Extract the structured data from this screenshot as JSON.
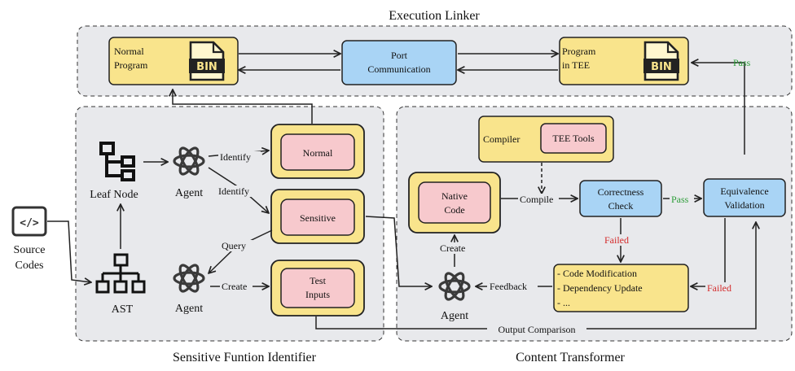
{
  "titles": {
    "execution_linker": "Execution Linker",
    "sensitive_identifier": "Sensitive Funtion Identifier",
    "content_transformer": "Content Transformer"
  },
  "linker": {
    "normal_program": [
      "Normal",
      "Program"
    ],
    "port_communication": [
      "Port",
      "Communication"
    ],
    "program_tee": [
      "Program",
      "in TEE"
    ],
    "bin_label": "BIN",
    "pass_label": "Pass"
  },
  "identifier": {
    "source_codes": [
      "Source",
      "Codes"
    ],
    "leaf_node": "Leaf Node",
    "ast": "AST",
    "agent_top": "Agent",
    "agent_bottom": "Agent",
    "identify_1": "Identify",
    "identify_2": "Identify",
    "query": "Query",
    "create": "Create",
    "normal": "Normal",
    "sensitive": "Sensitive",
    "test_inputs": [
      "Test",
      "Inputs"
    ]
  },
  "transformer": {
    "compiler": "Compiler",
    "tee_tools": "TEE Tools",
    "native_code": [
      "Native",
      "Code"
    ],
    "compile": "Compile",
    "correctness_check": [
      "Correctness",
      "Check"
    ],
    "pass": "Pass",
    "equivalence_validation": [
      "Equivalence",
      "Validation"
    ],
    "failed_1": "Failed",
    "failed_2": "Failed",
    "create": "Create",
    "feedback": "Feedback",
    "agent": "Agent",
    "code_modification": "- Code Modification",
    "dependency_update": "- Dependency Update",
    "ellipsis": "- ...",
    "output_comparison": "Output Comparison"
  },
  "colors": {
    "panel_fill": "#e8e9ec",
    "yellow": "#f9e48c",
    "pink": "#f7c9cd",
    "blue": "#a9d4f5",
    "pass_green": "#2e9e3a",
    "failed_red": "#d42a2a"
  },
  "icons": [
    "code-file-icon",
    "tree-icon",
    "hierarchy-icon",
    "openai-agent-icon",
    "bin-file-icon"
  ]
}
